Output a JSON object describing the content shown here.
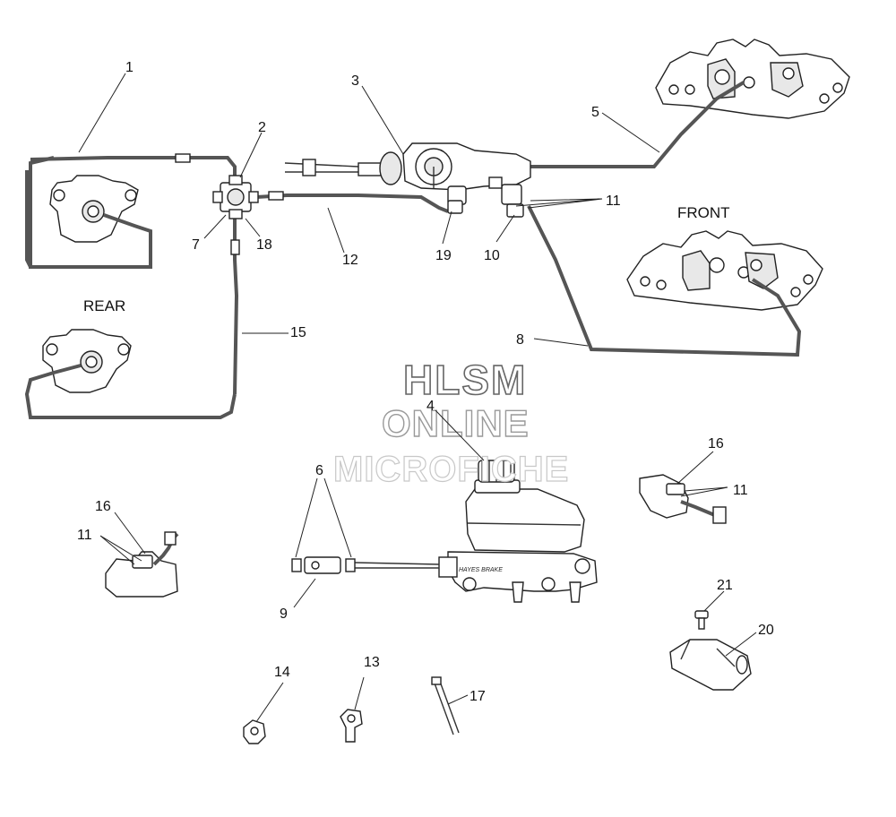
{
  "section_labels": {
    "front": "FRONT",
    "rear": "REAR"
  },
  "watermark": {
    "line1": "HLSM",
    "line2": "ONLINE",
    "line3": "MICROFICHE"
  },
  "brand_marking": "HAYES BRAKE",
  "callouts": {
    "c1": "1",
    "c2": "2",
    "c3": "3",
    "c4": "4",
    "c5": "5",
    "c6": "6",
    "c7": "7",
    "c8": "8",
    "c9": "9",
    "c10": "10",
    "c11a": "11",
    "c11b": "11",
    "c11c": "11",
    "c12": "12",
    "c13": "13",
    "c14": "14",
    "c15": "15",
    "c16a": "16",
    "c16b": "16",
    "c17": "17",
    "c18": "18",
    "c19": "19",
    "c20": "20",
    "c21": "21"
  }
}
